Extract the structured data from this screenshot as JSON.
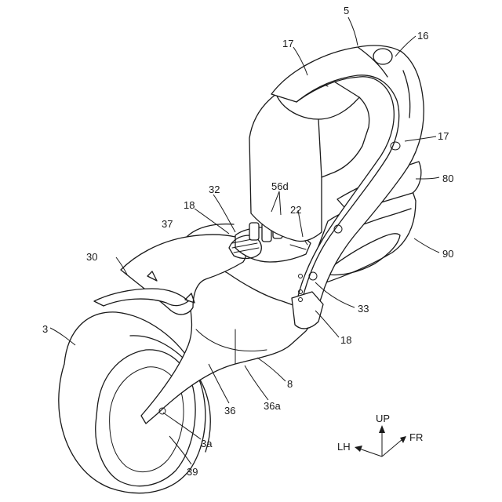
{
  "labels": {
    "r5": "5",
    "r16": "16",
    "r17a": "17",
    "r17b": "17",
    "r80": "80",
    "r90": "90",
    "r56d": "56d",
    "r32": "32",
    "r18a": "18",
    "r22": "22",
    "r37": "37",
    "r30": "30",
    "r3": "3",
    "r33": "33",
    "r18b": "18",
    "r8": "8",
    "r36a": "36a",
    "r36": "36",
    "r3a": "3a",
    "r39": "39"
  },
  "directions": {
    "up": "UP",
    "fr": "FR",
    "lh": "LH"
  }
}
